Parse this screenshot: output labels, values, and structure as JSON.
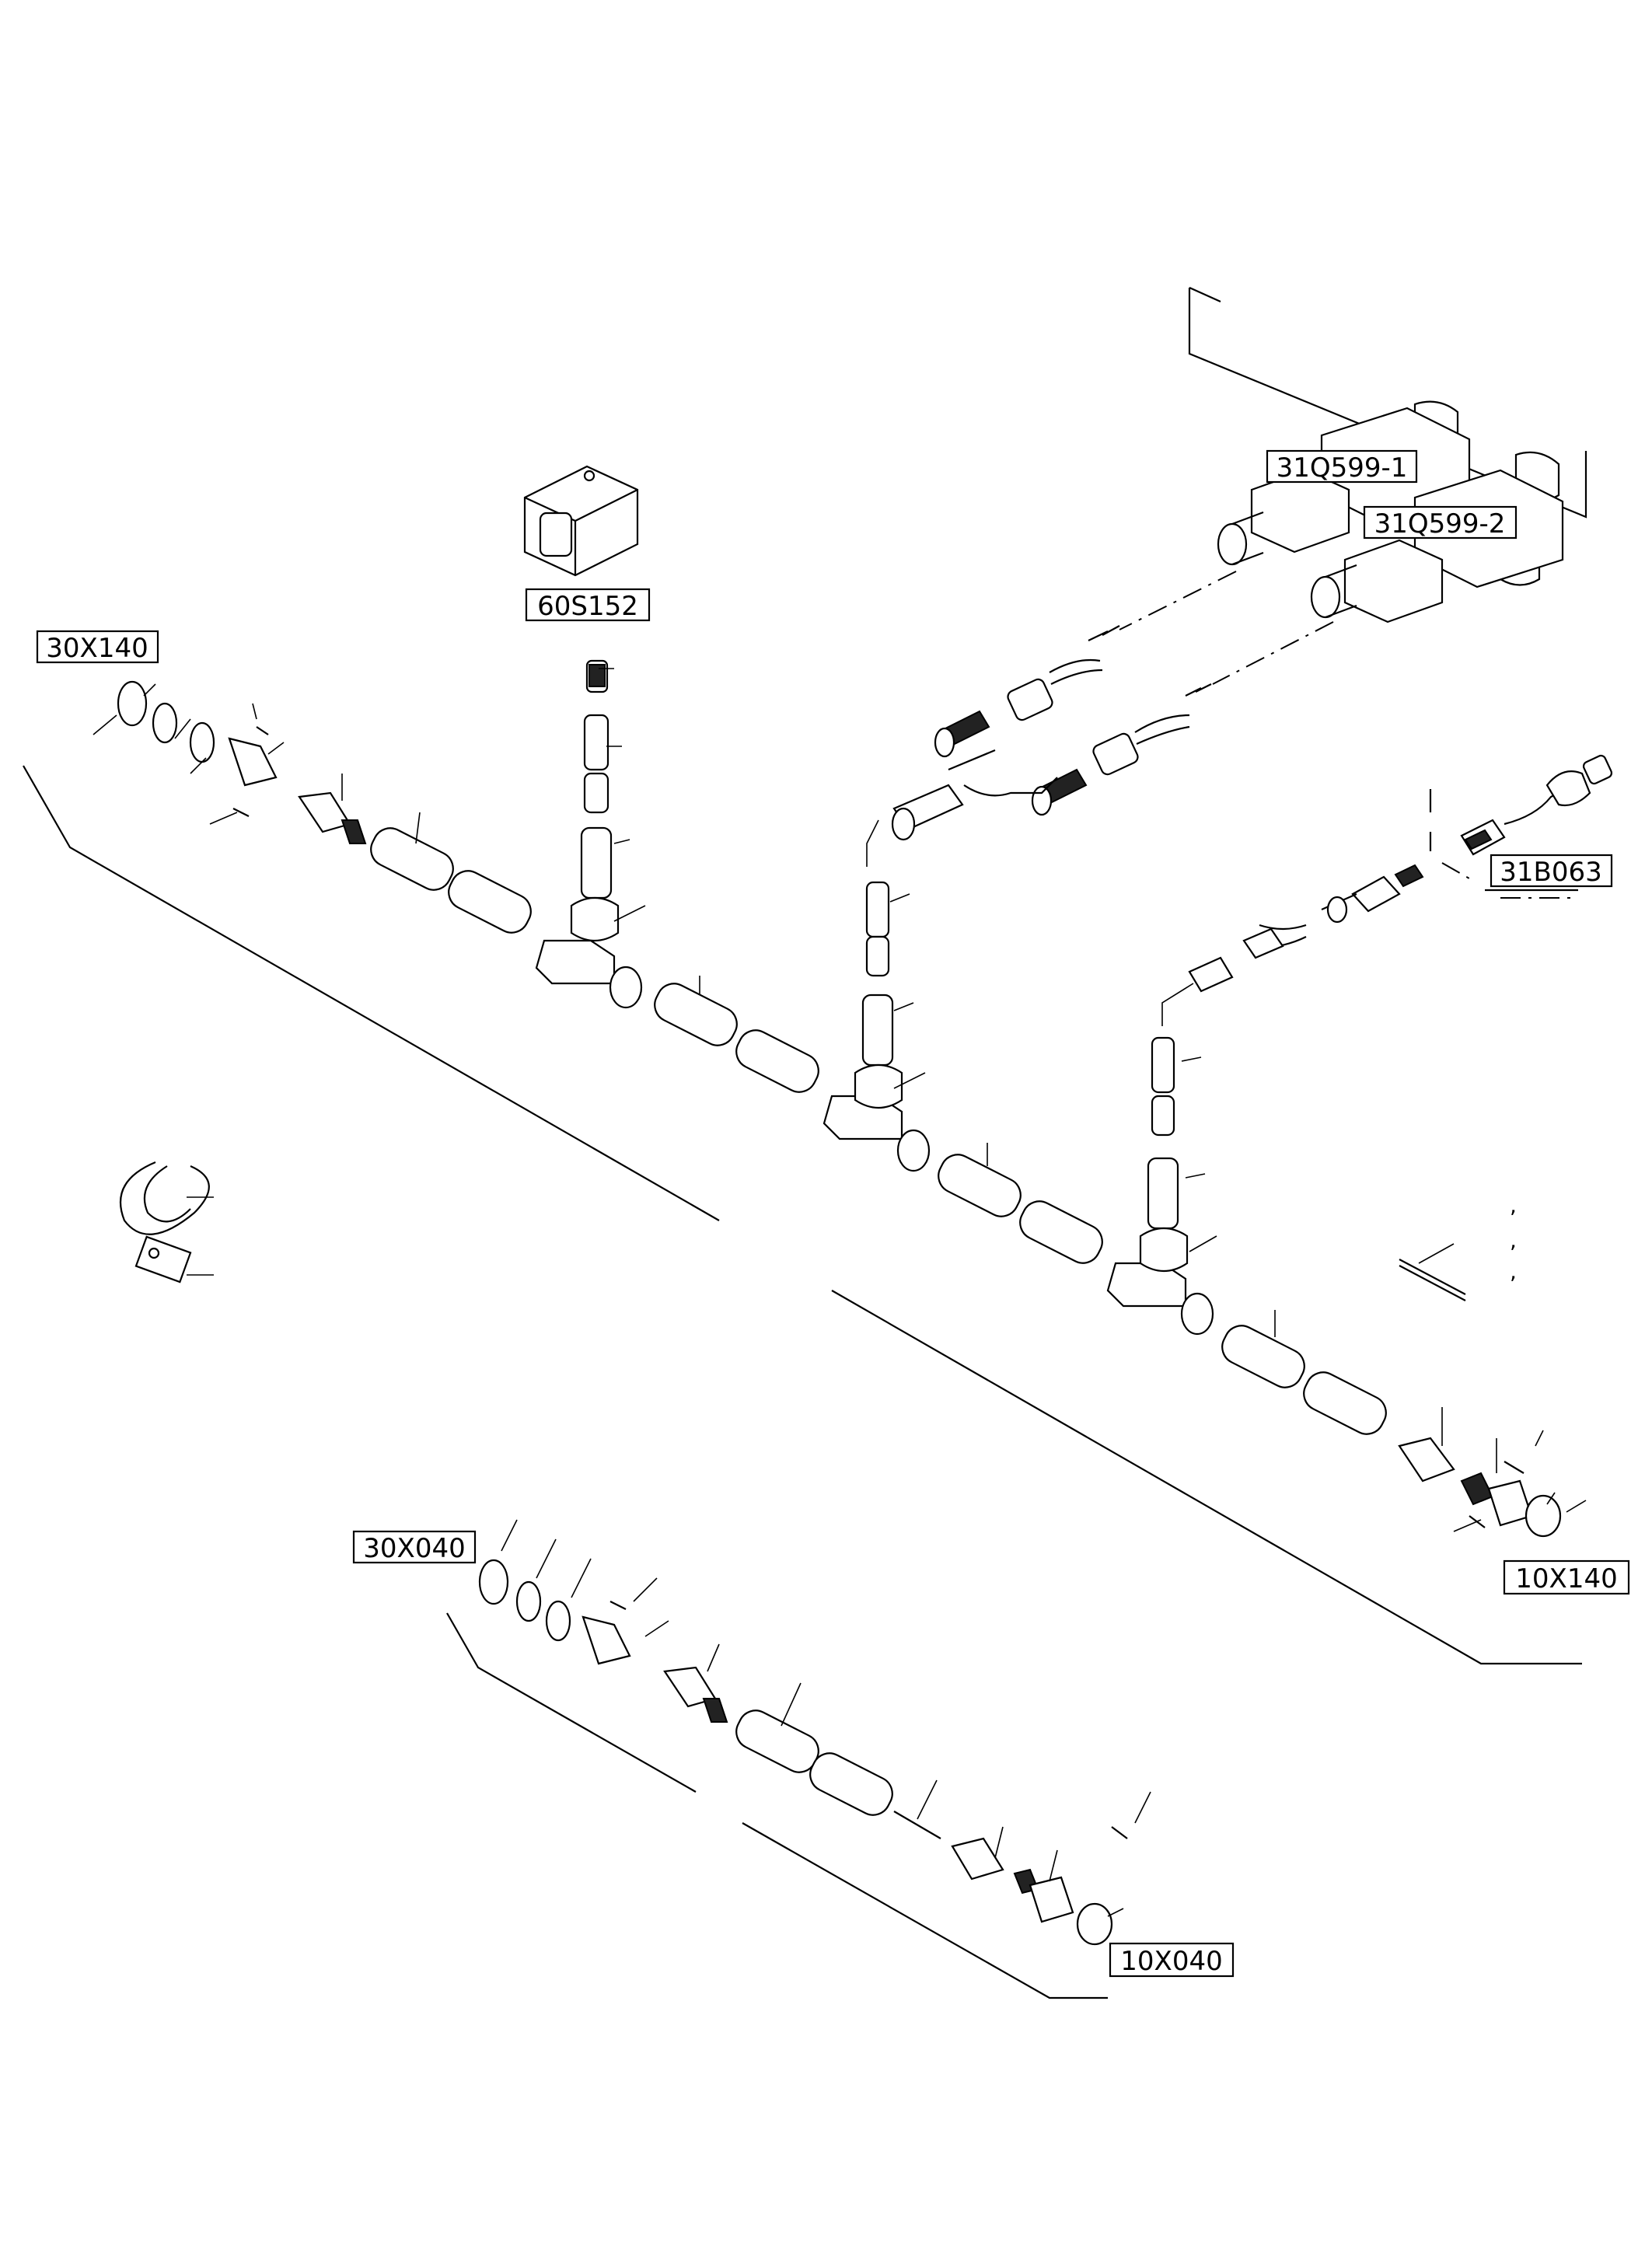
{
  "diagram": {
    "labels": {
      "conn_30x140": "30X140",
      "conn_60s152": "60S152",
      "conn_31q599_1": "31Q599-1",
      "conn_31q599_2": "31Q599-2",
      "conn_31b063": "31B063",
      "conn_10x140": "10X140",
      "conn_30x040": "30X040",
      "conn_10x040": "10X040"
    },
    "commas": [
      ",",
      ",",
      ","
    ]
  }
}
